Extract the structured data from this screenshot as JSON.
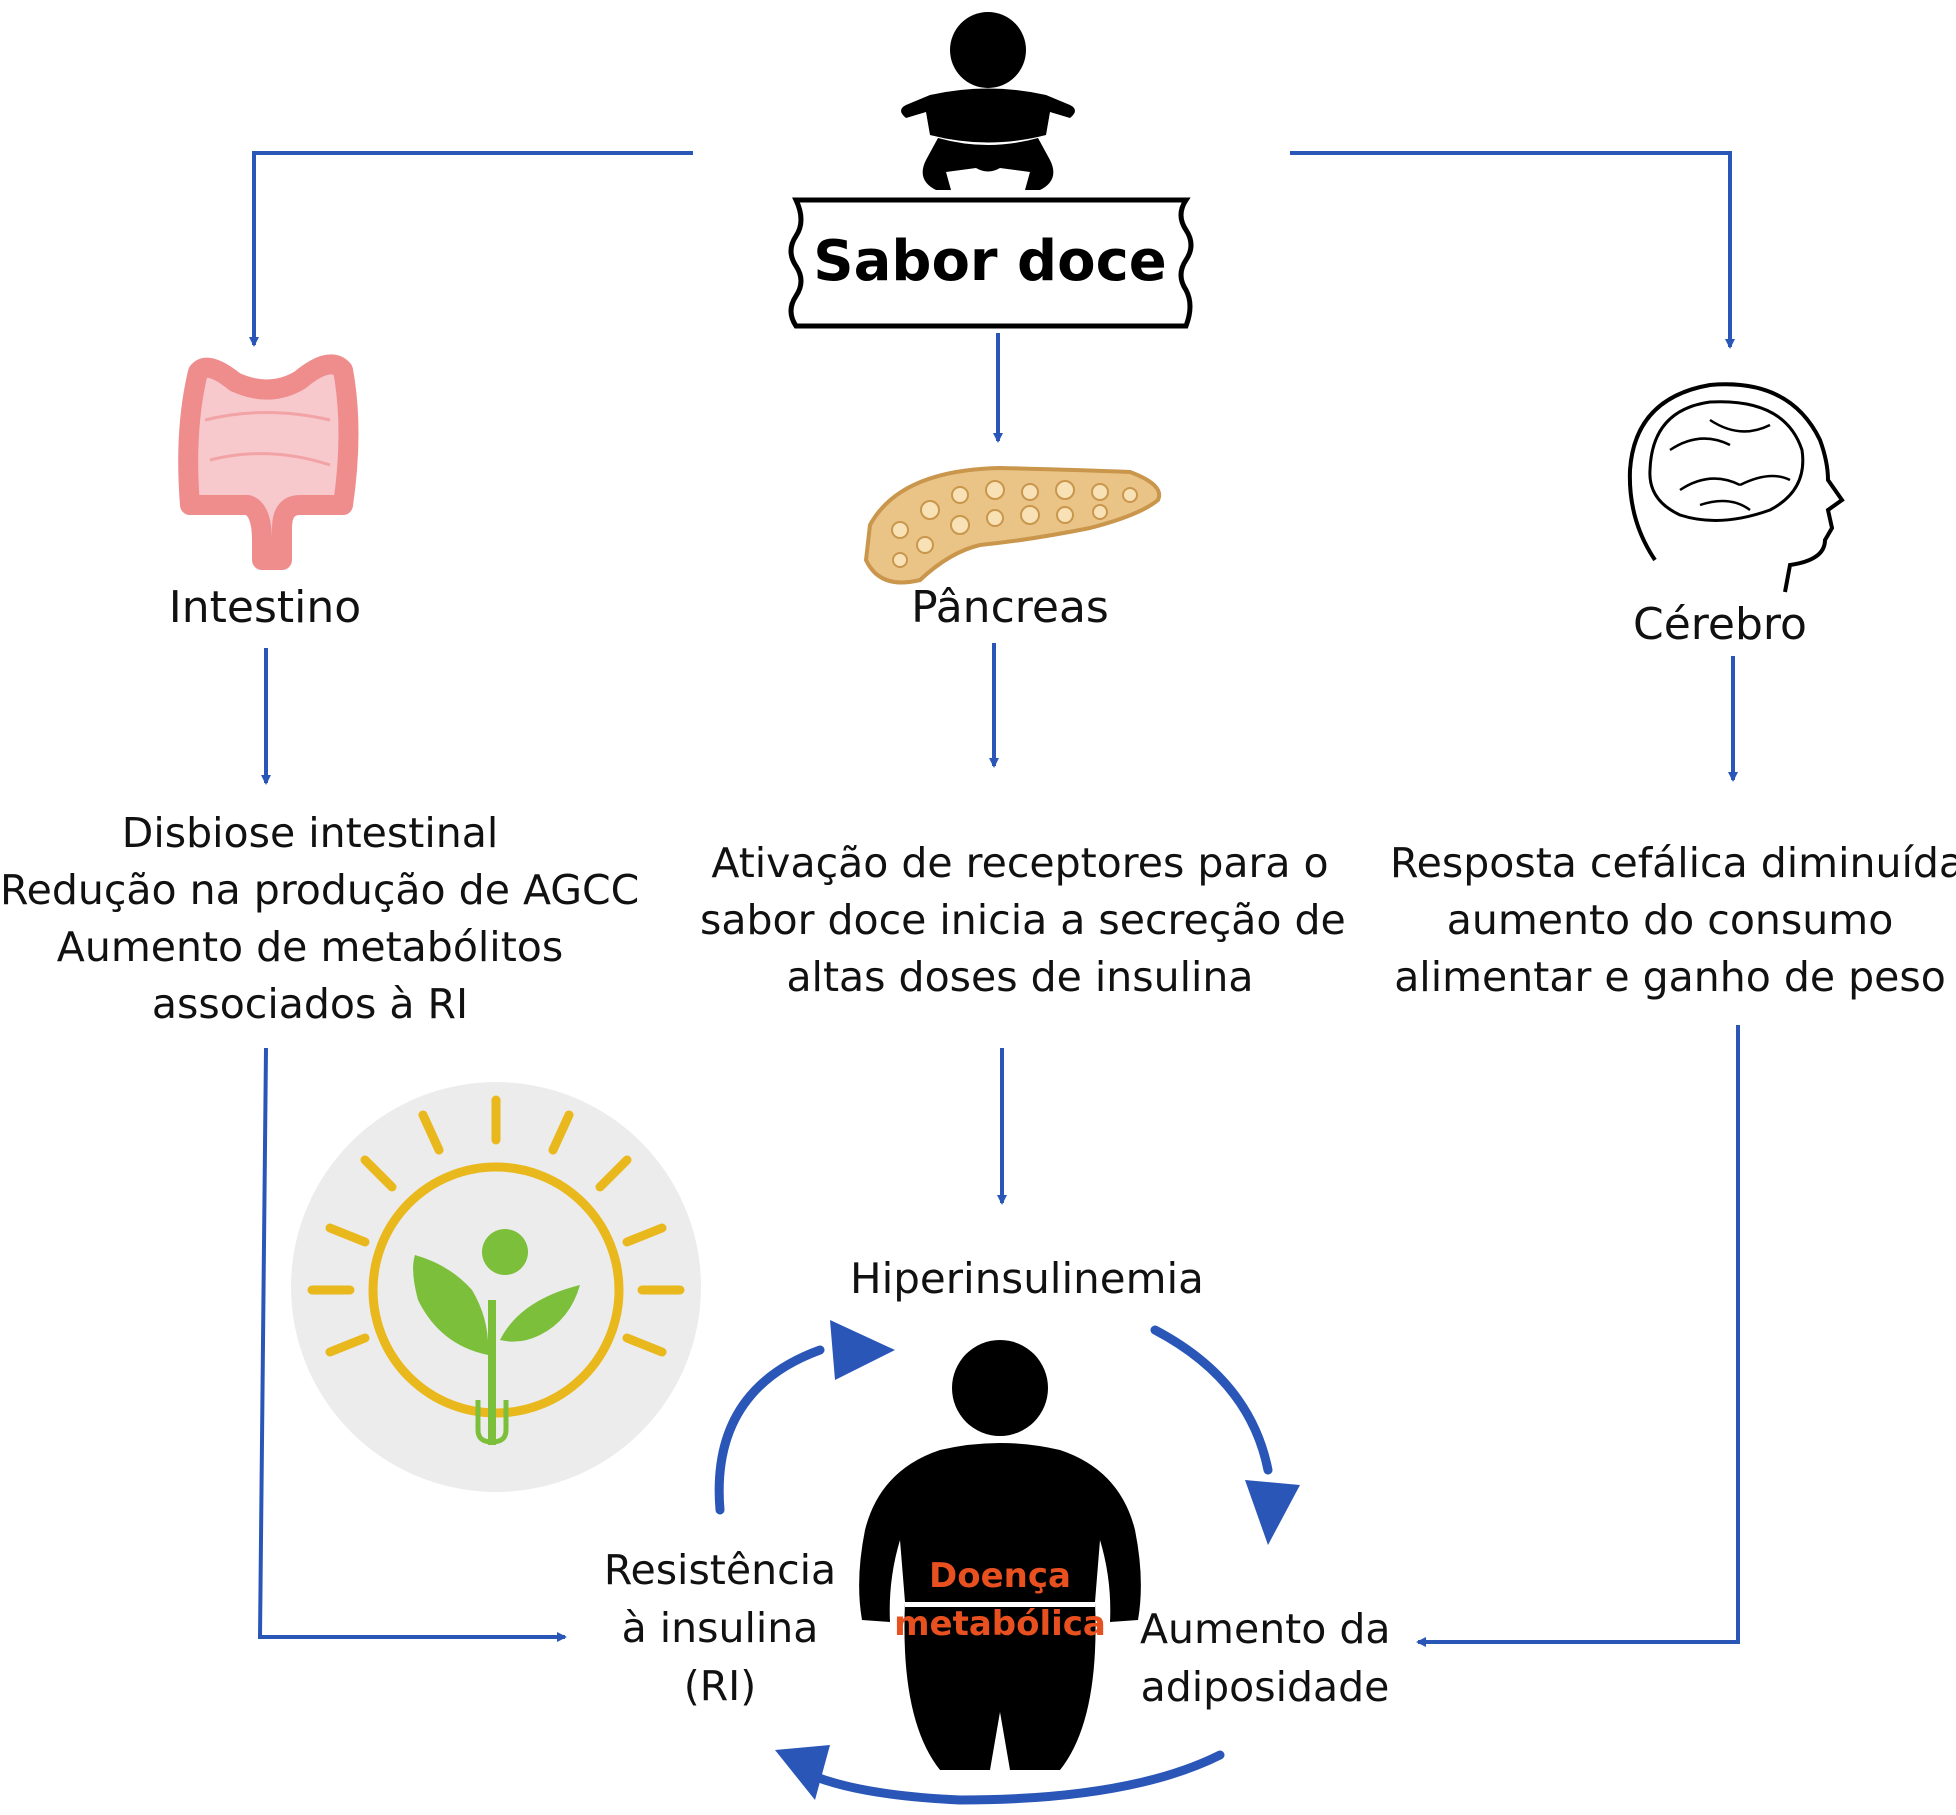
{
  "title": "Sabor doce",
  "organs": {
    "intestine": "Intestino",
    "pancreas": "Pâncreas",
    "brain": "Cérebro"
  },
  "effects": {
    "intestine": [
      "Disbiose intestinal",
      "Redução na produção de AGCC",
      "Aumento de metabólitos",
      "associados à RI"
    ],
    "pancreas": [
      "Ativação de receptores para o",
      "sabor doce inicia a secreção de",
      "altas doses de insulina"
    ],
    "brain": [
      "Resposta cefálica diminuída,",
      "aumento do consumo",
      "alimentar e ganho de peso"
    ]
  },
  "cycle": {
    "hyperinsulinemia": "Hiperinsulinemia",
    "resistance": [
      "Resistência",
      "à insulina",
      "(RI)"
    ],
    "adiposity": [
      "Aumento da",
      "adiposidade"
    ],
    "center": [
      "Doença",
      "metabólica"
    ]
  },
  "colors": {
    "arrow": "#2a56b8",
    "center_text": "#e8501f",
    "logo_ring": "#e9b81c",
    "logo_leaf": "#7cbf3a",
    "logo_bg": "#ececec",
    "intestine": "#ef8d8d",
    "pancreas": "#e9c486"
  },
  "icons": [
    "baby-icon",
    "intestine-icon",
    "pancreas-icon",
    "brain-head-icon",
    "nutrition-logo-icon",
    "obese-person-icon"
  ]
}
